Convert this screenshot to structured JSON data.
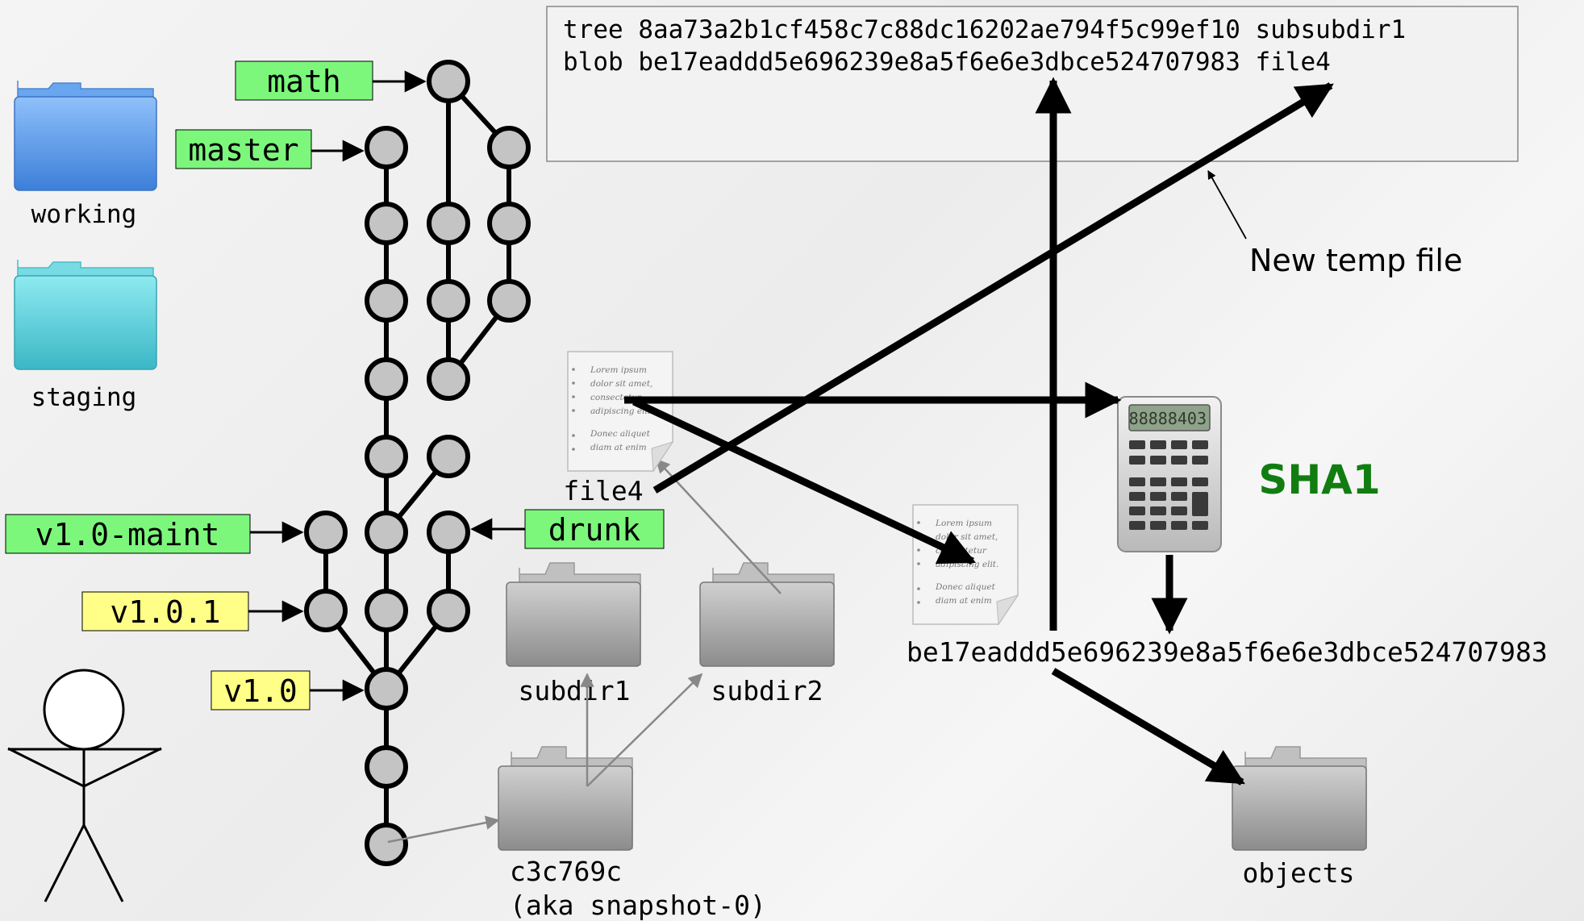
{
  "folders": {
    "working": "working",
    "staging": "staging",
    "subdir1": "subdir1",
    "subdir2": "subdir2",
    "snapshot_name": "c3c769c",
    "snapshot_alias": "(aka snapshot-0)",
    "objects": "objects"
  },
  "refs": {
    "math": "math",
    "master": "master",
    "v1_0_maint": "v1.0-maint",
    "drunk": "drunk",
    "v1_0_1": "v1.0.1",
    "v1_0": "v1.0"
  },
  "temp_file": {
    "line1": "tree 8aa73a2b1cf458c7c88dc16202ae794f5c99ef10 subsubdir1",
    "line2": "blob be17eaddd5e696239e8a5f6e6e3dbce524707983 file4",
    "label": "New temp file"
  },
  "document": {
    "name": "file4",
    "lorem": [
      "Lorem ipsum",
      "dolor sit amet,",
      "consectetur",
      "adipiscing elit.",
      "Donec aliquet",
      "diam at enim"
    ]
  },
  "sha1": {
    "label": "SHA1",
    "hash": "be17eaddd5e696239e8a5f6e6e3dbce524707983",
    "display": "88888403"
  },
  "colors": {
    "branch": "#7cf77c",
    "tag": "#ffff88",
    "sha1_text": "#117d11",
    "commit_fill": "#c4c4c4",
    "folder_blue": "#5b9ae9",
    "folder_teal": "#5fd1dc",
    "folder_gray": "#a9a9a9"
  }
}
